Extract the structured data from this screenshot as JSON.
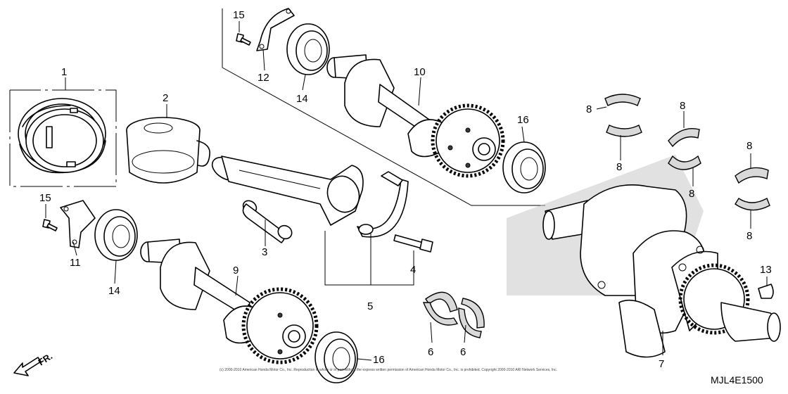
{
  "diagram": {
    "callouts": {
      "c1": "1",
      "c2": "2",
      "c3": "3",
      "c4": "4",
      "c5": "5",
      "c6a": "6",
      "c6b": "6",
      "c7": "7",
      "c8a": "8",
      "c8b": "8",
      "c8c": "8",
      "c8d": "8",
      "c8e": "8",
      "c8f": "8",
      "c9": "9",
      "c10": "10",
      "c11": "11",
      "c12": "12",
      "c13": "13",
      "c14a": "14",
      "c14b": "14",
      "c15a": "15",
      "c15b": "15",
      "c16a": "16",
      "c16b": "16"
    },
    "direction_label": "FR.",
    "diagram_code": "MJL4E1500",
    "copyright": "(c) 2000-2010 American Honda Motor Co., Inc. Reproduction in whole or in part without the express written permission of American Honda Motor Co., Inc. is prohibited. Copyright 2000-2010 ARI Network Services, Inc."
  }
}
